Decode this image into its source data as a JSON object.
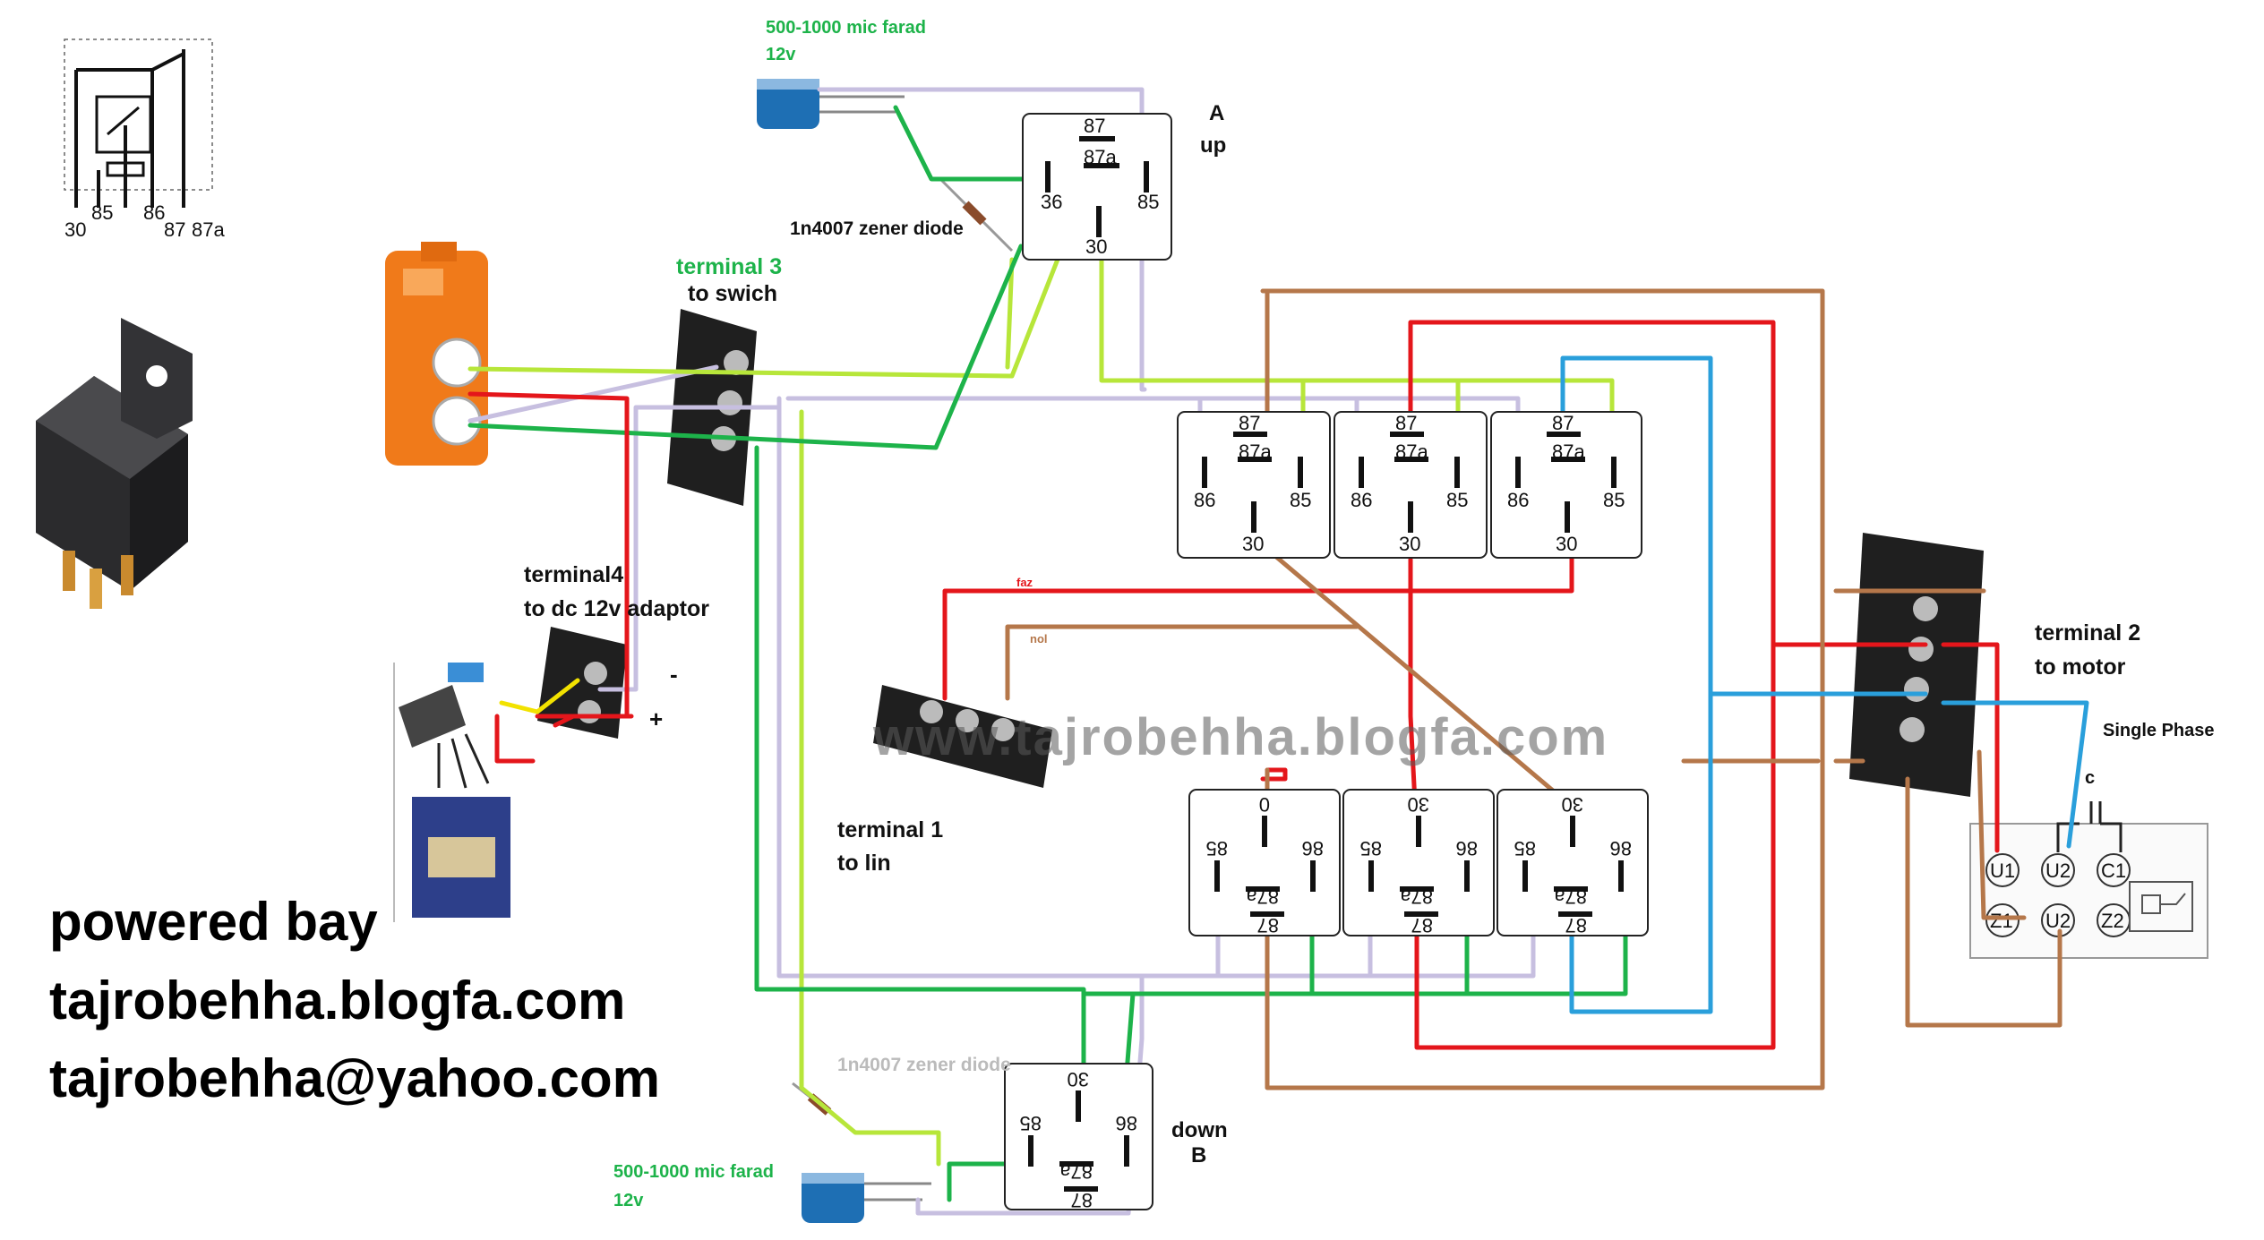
{
  "labels": {
    "cap_top": [
      "500-1000 mic farad",
      "12v"
    ],
    "diode_top": "1n4007 zener diode",
    "relay_a": [
      "A",
      "up"
    ],
    "terminal3": [
      "terminal 3",
      "to swich"
    ],
    "terminal4": [
      "terminal4",
      "to dc 12v adaptor"
    ],
    "minus": "-",
    "plus": "+",
    "faz": "faz",
    "nol": "nol",
    "terminal1": [
      "terminal 1",
      "to lin"
    ],
    "terminal2": [
      "terminal 2",
      "to motor"
    ],
    "single_phase": "Single Phase",
    "cap_c": "c",
    "diode_bottom": "1n4007 zener diode",
    "relay_b": [
      "down",
      "B"
    ],
    "cap_bottom": [
      "500-1000 mic farad",
      "12v"
    ],
    "watermark": "www.tajrobehha.blogfa.com"
  },
  "credits": [
    "powered bay",
    "tajrobehha.blogfa.com",
    "tajrobehha@yahoo.com"
  ],
  "relay_pins": {
    "p87": "87",
    "p87a": "87a",
    "p86": "86",
    "p85": "85",
    "p30": "30",
    "p30_alt": "0",
    "p86_alt": "36"
  },
  "legend_pins": [
    "30",
    "85",
    "86",
    "87",
    "87a"
  ],
  "motor_terminals": [
    "U1",
    "U2",
    "C1",
    "Z1",
    "U2",
    "Z2"
  ],
  "colors": {
    "red": "#e4161b",
    "green": "#1db34a",
    "lime": "#b7e63a",
    "brown": "#b5774a",
    "blue": "#2a9fdb",
    "lavender": "#c7bfe0",
    "orange": "#f07a1a"
  }
}
